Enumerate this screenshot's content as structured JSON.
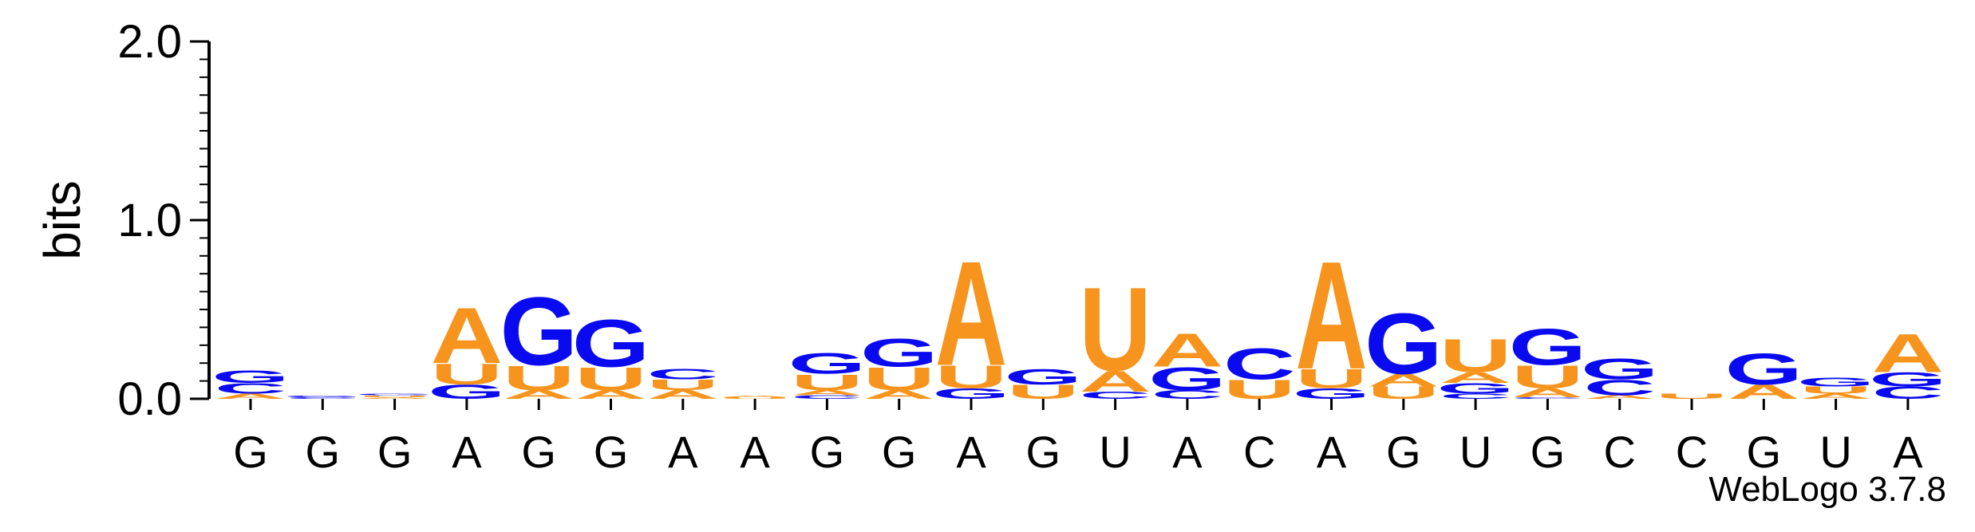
{
  "chart_data": {
    "type": "sequence-logo",
    "ylabel": "bits",
    "ylim": [
      0,
      2.0
    ],
    "yticks": [
      "0.0",
      "1.0",
      "2.0"
    ],
    "colors": {
      "A": "#f7941d",
      "U": "#f7941d",
      "G": "#0a0af0",
      "C": "#0a0af0"
    },
    "credit": "WebLogo 3.7.8",
    "positions": [
      {
        "label": "G",
        "stack": [
          [
            "A",
            0.03
          ],
          [
            "C",
            0.06
          ],
          [
            "G",
            0.07
          ]
        ]
      },
      {
        "label": "G",
        "stack": [
          [
            "C",
            0.01
          ],
          [
            "G",
            0.01
          ]
        ]
      },
      {
        "label": "G",
        "stack": [
          [
            "A",
            0.01
          ],
          [
            "U",
            0.01
          ],
          [
            "G",
            0.01
          ]
        ]
      },
      {
        "label": "A",
        "stack": [
          [
            "G",
            0.08
          ],
          [
            "U",
            0.12
          ],
          [
            "A",
            0.32
          ]
        ]
      },
      {
        "label": "G",
        "stack": [
          [
            "A",
            0.05
          ],
          [
            "U",
            0.14
          ],
          [
            "G",
            0.39
          ]
        ]
      },
      {
        "label": "G",
        "stack": [
          [
            "A",
            0.05
          ],
          [
            "U",
            0.13
          ],
          [
            "G",
            0.27
          ]
        ]
      },
      {
        "label": "A",
        "stack": [
          [
            "A",
            0.05
          ],
          [
            "U",
            0.06
          ],
          [
            "C",
            0.06
          ]
        ]
      },
      {
        "label": "A",
        "stack": [
          [
            "U",
            0.01
          ],
          [
            "A",
            0.01
          ]
        ]
      },
      {
        "label": "G",
        "stack": [
          [
            "C",
            0.02
          ],
          [
            "A",
            0.03
          ],
          [
            "U",
            0.09
          ],
          [
            "G",
            0.12
          ]
        ]
      },
      {
        "label": "G",
        "stack": [
          [
            "A",
            0.05
          ],
          [
            "U",
            0.13
          ],
          [
            "G",
            0.16
          ]
        ]
      },
      {
        "label": "A",
        "stack": [
          [
            "G",
            0.06
          ],
          [
            "U",
            0.13
          ],
          [
            "A",
            0.6
          ]
        ]
      },
      {
        "label": "G",
        "stack": [
          [
            "U",
            0.08
          ],
          [
            "G",
            0.09
          ]
        ]
      },
      {
        "label": "U",
        "stack": [
          [
            "C",
            0.04
          ],
          [
            "A",
            0.12
          ],
          [
            "U",
            0.48
          ]
        ]
      },
      {
        "label": "A",
        "stack": [
          [
            "C",
            0.05
          ],
          [
            "G",
            0.13
          ],
          [
            "A",
            0.19
          ]
        ]
      },
      {
        "label": "C",
        "stack": [
          [
            "U",
            0.11
          ],
          [
            "C",
            0.18
          ]
        ]
      },
      {
        "label": "A",
        "stack": [
          [
            "G",
            0.06
          ],
          [
            "U",
            0.11
          ],
          [
            "A",
            0.62
          ]
        ]
      },
      {
        "label": "G",
        "stack": [
          [
            "U",
            0.07
          ],
          [
            "A",
            0.07
          ],
          [
            "G",
            0.35
          ]
        ]
      },
      {
        "label": "U",
        "stack": [
          [
            "C",
            0.03
          ],
          [
            "G",
            0.06
          ],
          [
            "A",
            0.06
          ],
          [
            "U",
            0.19
          ]
        ]
      },
      {
        "label": "G",
        "stack": [
          [
            "C",
            0.01
          ],
          [
            "A",
            0.05
          ],
          [
            "U",
            0.13
          ],
          [
            "G",
            0.21
          ]
        ]
      },
      {
        "label": "C",
        "stack": [
          [
            "A",
            0.02
          ],
          [
            "C",
            0.09
          ],
          [
            "G",
            0.12
          ]
        ]
      },
      {
        "label": "C",
        "stack": [
          [
            "U",
            0.03
          ]
        ]
      },
      {
        "label": "G",
        "stack": [
          [
            "A",
            0.08
          ],
          [
            "G",
            0.18
          ]
        ]
      },
      {
        "label": "U",
        "stack": [
          [
            "A",
            0.03
          ],
          [
            "U",
            0.04
          ],
          [
            "G",
            0.05
          ]
        ]
      },
      {
        "label": "A",
        "stack": [
          [
            "C",
            0.07
          ],
          [
            "G",
            0.08
          ],
          [
            "A",
            0.22
          ]
        ]
      }
    ]
  }
}
